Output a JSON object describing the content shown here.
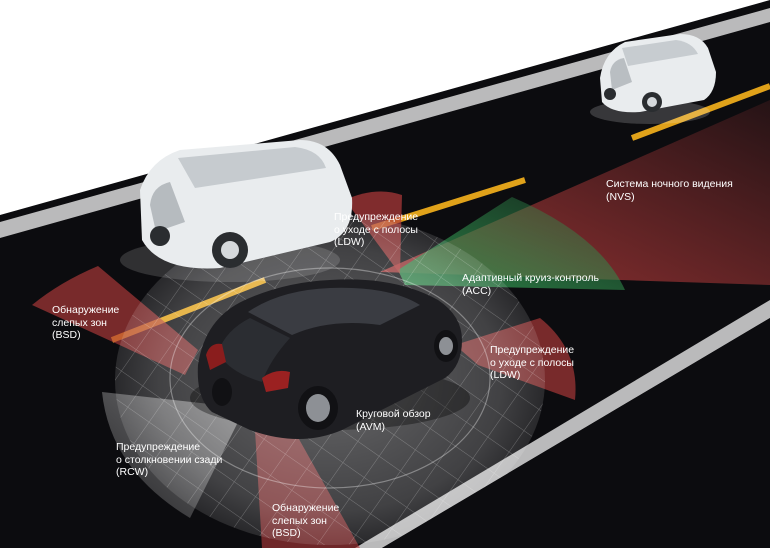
{
  "colors": {
    "road": "#0c0c0f",
    "road_edge": "#d9d9d9",
    "lane_marking": "#e0a21a",
    "sensor_red": "#b23a3a",
    "sensor_green": "#2f8a4b",
    "sensor_white": "#ffffff",
    "ego_car": "#1e1e22",
    "other_car": "#e9ecee",
    "label_text": "#ffffff"
  },
  "labels": {
    "nvs": [
      "Система ночного видения",
      "(NVS)"
    ],
    "ldw_top": [
      "Предупреждение",
      "о уходе с полосы",
      "(LDW)"
    ],
    "acc": [
      "Адаптивный круиз-контроль",
      "(ACC)"
    ],
    "bsd_left": [
      "Обнаружение",
      "слепых зон",
      "(BSD)"
    ],
    "ldw_right": [
      "Предупреждение",
      "о уходе с полосы",
      "(LDW)"
    ],
    "avm": [
      "Круговой обзор",
      "(AVM)"
    ],
    "rcw": [
      "Предупреждение",
      "о столкновении сзади",
      "(RCW)"
    ],
    "bsd_bottom": [
      "Обнаружение",
      "слепых зон",
      "(BSD)"
    ]
  }
}
